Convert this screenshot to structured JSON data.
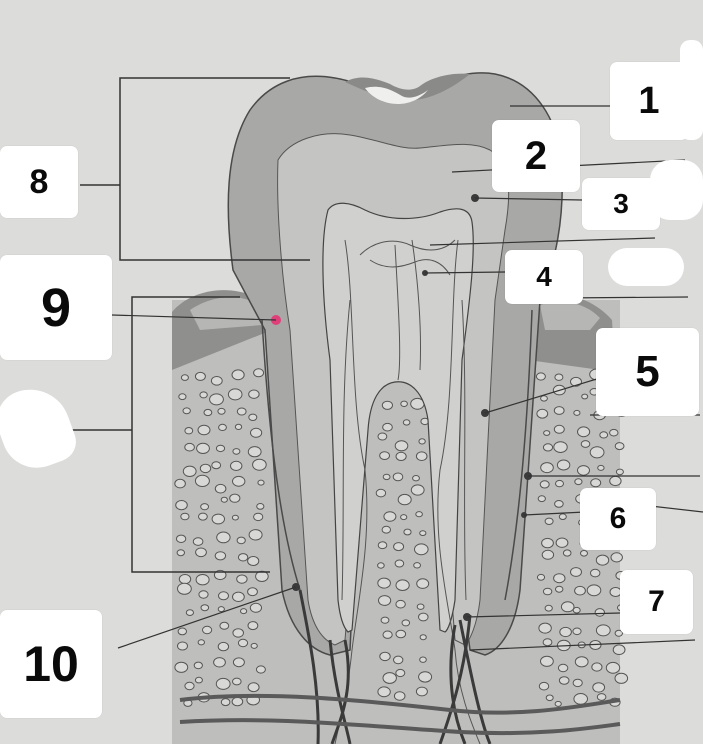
{
  "diagram": {
    "labels": {
      "l1": "1",
      "l2": "2",
      "l3": "3",
      "l4": "4",
      "l5": "5",
      "l6": "6",
      "l7": "7",
      "l8": "8",
      "l9": "9",
      "l10": "10"
    },
    "colors": {
      "background": "#dcdcda",
      "enamel": "#a9a9a7",
      "dentin": "#c4c4c2",
      "pulp": "#cfcfcd",
      "bone": "#bdbdbb",
      "gum": "#8e8e8c",
      "gum_light": "#b4b4b2",
      "lines": "#3a3a3a",
      "label_bg": "#ffffff",
      "accent_pink": "#e0407a"
    }
  }
}
